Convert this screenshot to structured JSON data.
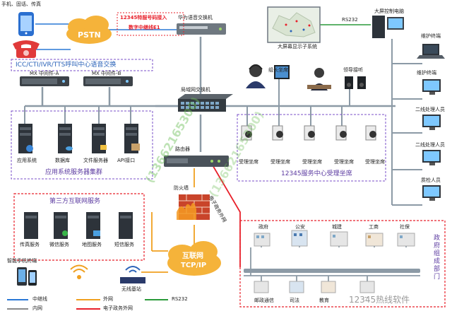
{
  "labels": {
    "phone_terminals": "手机、固话、传真",
    "pstn": "PSTN",
    "trunk_line1": "12345特服号码接入",
    "trunk_line2": "数字中继线E1",
    "huawei_switch": "华为语音交换机",
    "ivr_title": "ICC/CTI/IVR/TTS呼叫中心语音交换",
    "mx_a": "MX 中间件-A",
    "mx_b": "MX 中间件-B",
    "lan_switch": "局域网交换机",
    "rs232_top": "RS232",
    "big_screen_pc": "大屏控制电脑",
    "big_screen_sys": "大屏幕显示子系统",
    "group_leader_seat": "组长坐席",
    "leader_listen": "领导接听",
    "maintenance_1": "维护终端",
    "maintenance_2": "维护终端",
    "second_line_1": "二线处理人员",
    "second_line_2": "二线处理人员",
    "quality_staff": "质检人员",
    "app_system": "应用系统",
    "database": "数据库",
    "file_server": "文件服务器",
    "api_interface": "API接口",
    "server_cluster": "应用系统服务器集群",
    "router": "路由器",
    "firewall": "防火墙",
    "egov_net": "电子政务外网",
    "seat": "受理坐席",
    "service_center": "12345服务中心受理坐席",
    "third_party": "第三方互联网服务",
    "fax_service": "传真服务",
    "wechat_service": "微信服务",
    "map_service": "地图服务",
    "sms_service": "短信服务",
    "smart_phone": "智能手机终端",
    "internet": "互联网",
    "tcpip": "TCP/IP",
    "base_station": "无线基站",
    "gov_departments": "政府组成部门",
    "gov": "政府",
    "public_security": "公安",
    "urban": "城建",
    "commerce": "工商",
    "social_security": "社保",
    "post": "邮政通信",
    "justice": "司法",
    "education": "教育",
    "other": "...",
    "watermark_brand": "12345热线软件",
    "watermark_phone": "(13662165300)"
  },
  "legend": [
    {
      "label": "中继线",
      "color": "#2a78d6"
    },
    {
      "label": "外网",
      "color": "#f0a020"
    },
    {
      "label": "RS232",
      "color": "#2a9a3a"
    },
    {
      "label": "内网",
      "color": "#8a8a8a"
    },
    {
      "label": "电子政务外网",
      "color": "#e8202a"
    }
  ],
  "colors": {
    "lan": "#8c9aa6",
    "trunk": "#2a78d6",
    "external": "#f0a020",
    "rs232": "#2a9a3a",
    "egov": "#e8202a",
    "pstn_cloud": "#f5b33a"
  }
}
